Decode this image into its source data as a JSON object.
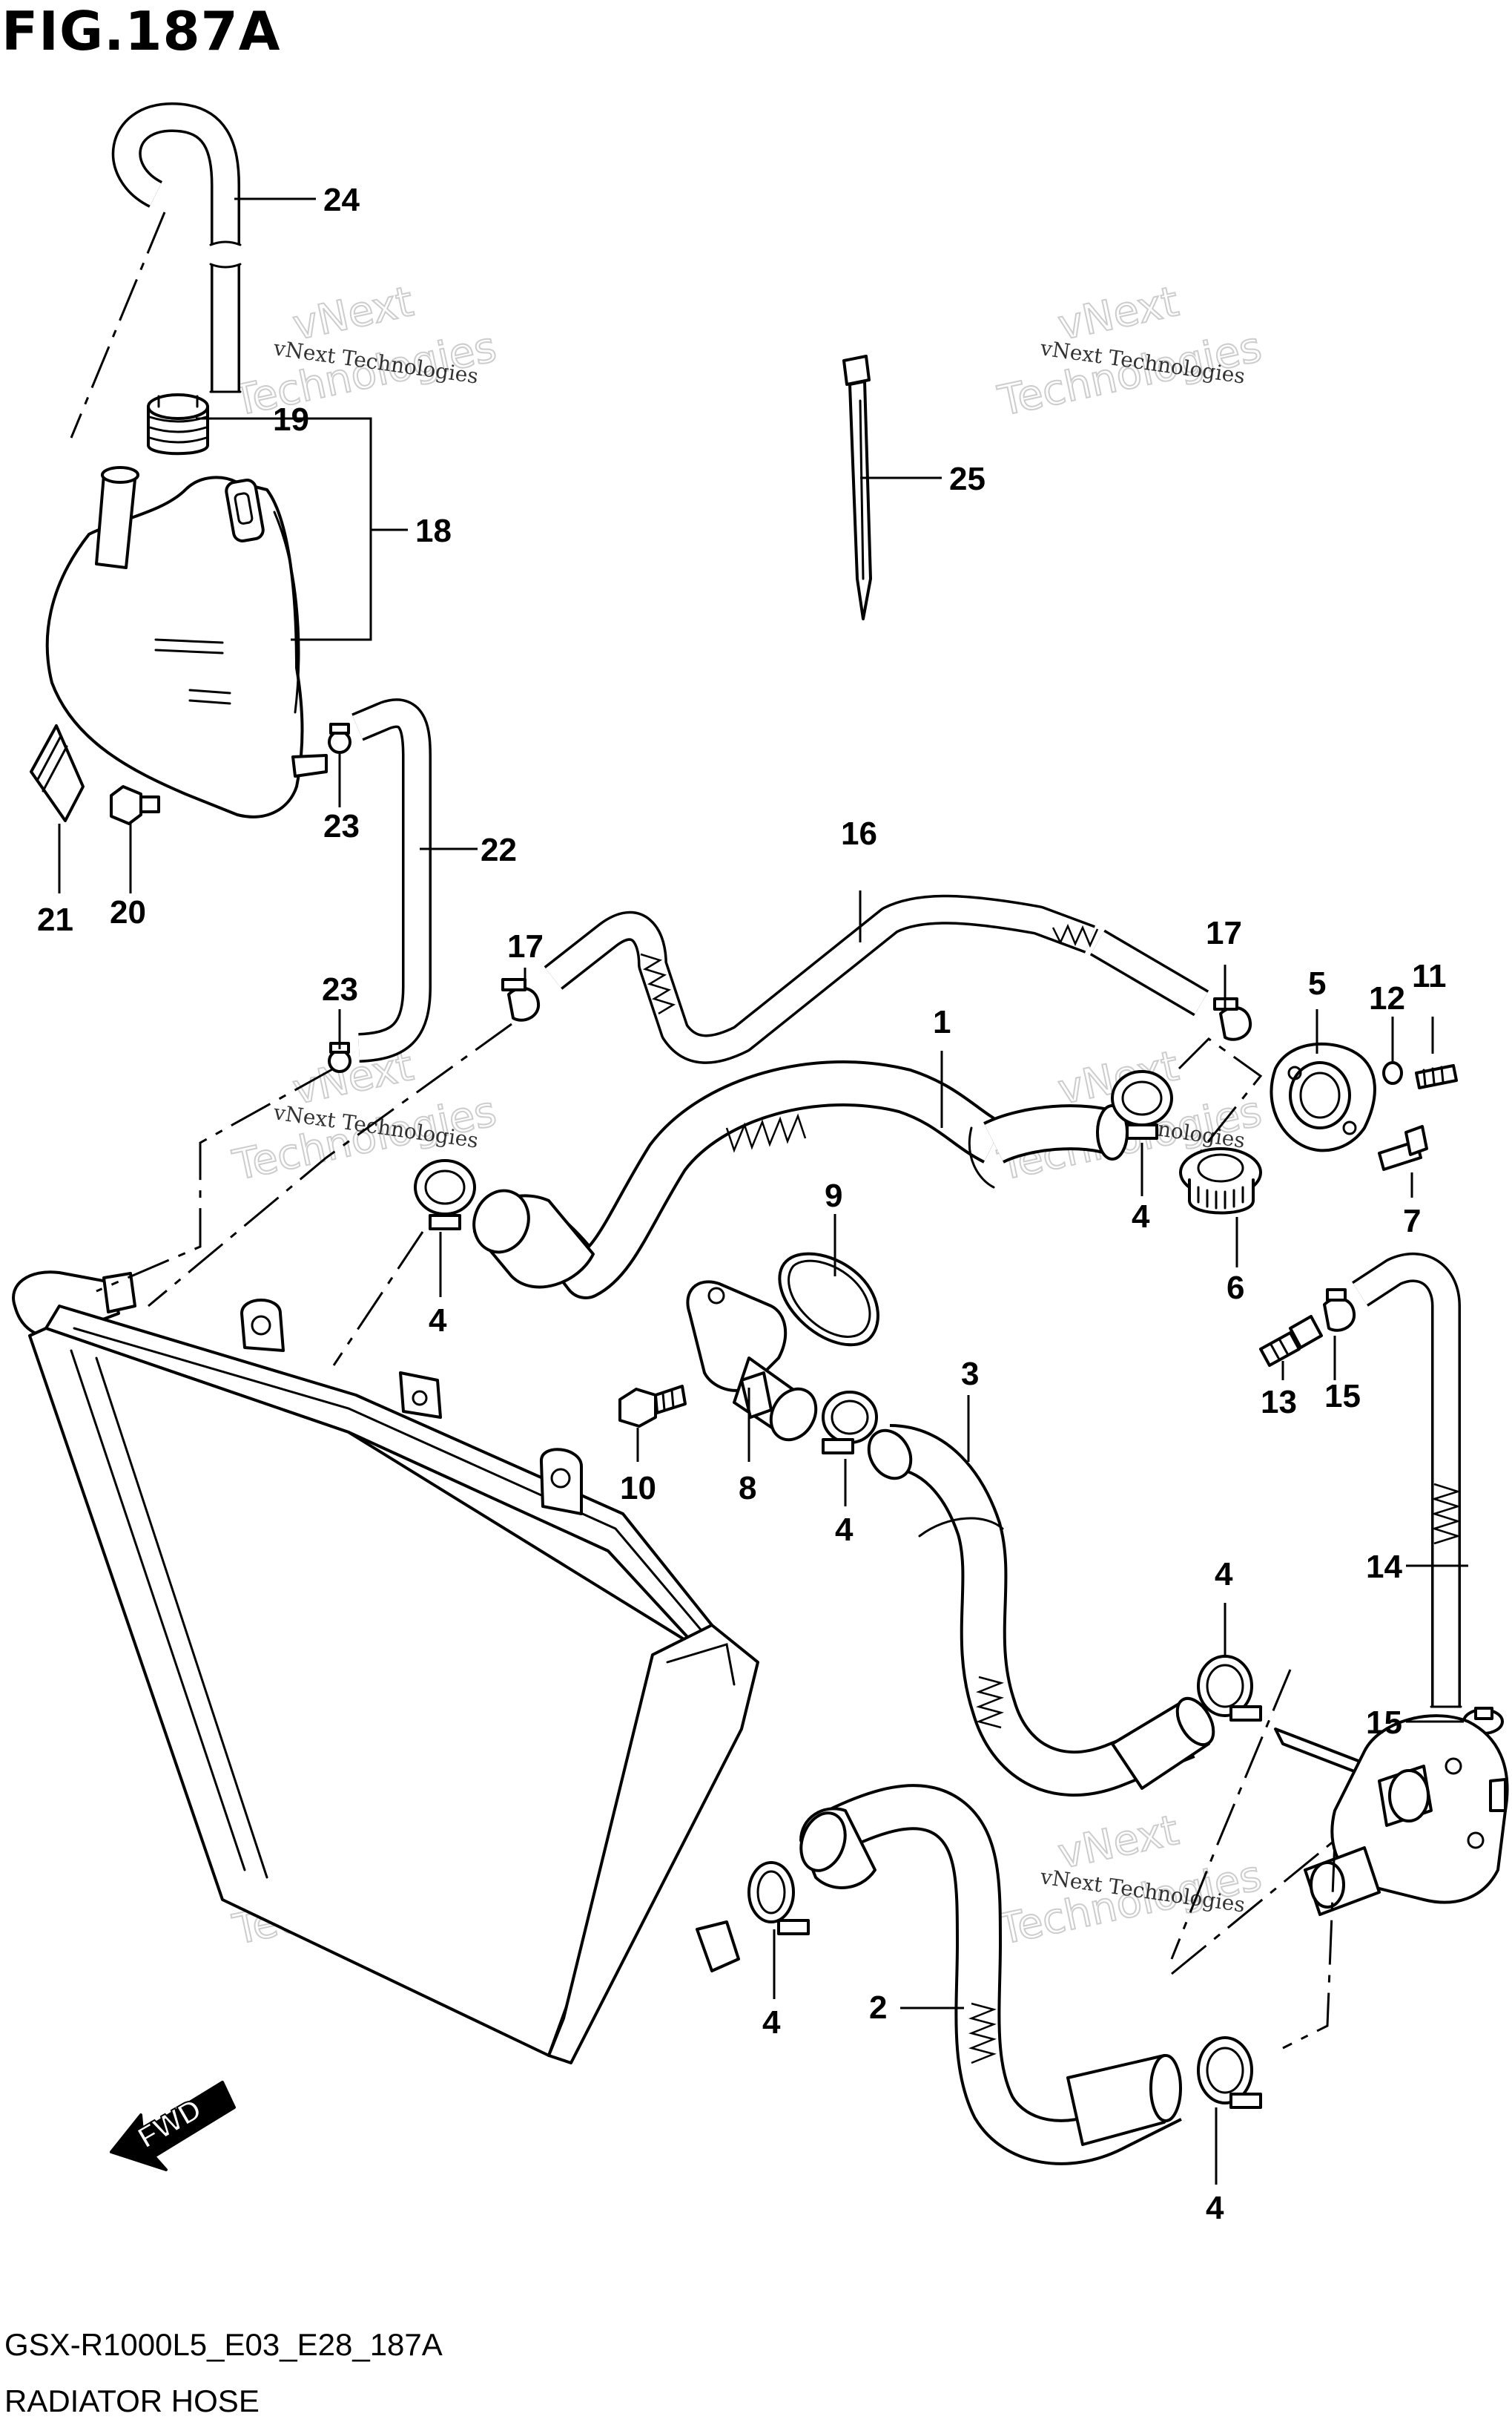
{
  "figure": {
    "title": "FIG.187A",
    "code": "GSX-R1000L5_E03_E28_187A",
    "name": "RADIATOR HOSE"
  },
  "watermark": {
    "line1": "vNext Technologies",
    "line2": "vNext",
    "line3": "Technologies"
  },
  "fwd_label": "FWD",
  "callouts": {
    "c1": "1",
    "c2": "2",
    "c3": "3",
    "c4a": "4",
    "c4b": "4",
    "c4c": "4",
    "c4d": "4",
    "c4e": "4",
    "c4f": "4",
    "c5": "5",
    "c6": "6",
    "c7": "7",
    "c8": "8",
    "c9": "9",
    "c10": "10",
    "c11": "11",
    "c12": "12",
    "c13": "13",
    "c14": "14",
    "c15a": "15",
    "c15b": "15",
    "c16": "16",
    "c17a": "17",
    "c17b": "17",
    "c18": "18",
    "c19": "19",
    "c20": "20",
    "c21": "21",
    "c22": "22",
    "c23a": "23",
    "c23b": "23",
    "c24": "24",
    "c25": "25"
  }
}
